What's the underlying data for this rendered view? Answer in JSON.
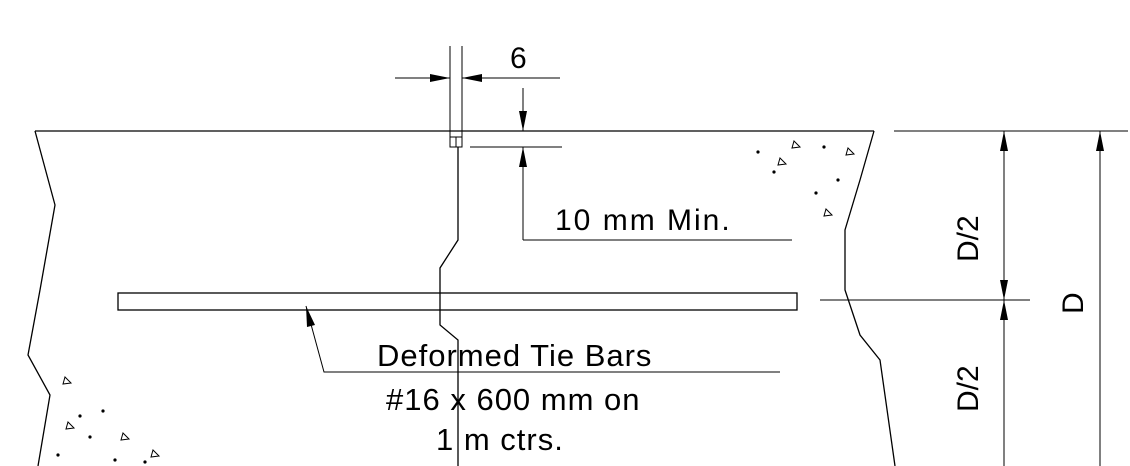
{
  "dimension_6": "6",
  "min_depth_label": "10 mm Min.",
  "half_depth_upper": "D/2",
  "half_depth_lower": "D/2",
  "full_depth": "D",
  "tie_bar_label_line1": "Deformed Tie Bars",
  "tie_bar_label_line2": "#16 x 600 mm on",
  "tie_bar_label_line3": "1 m ctrs."
}
